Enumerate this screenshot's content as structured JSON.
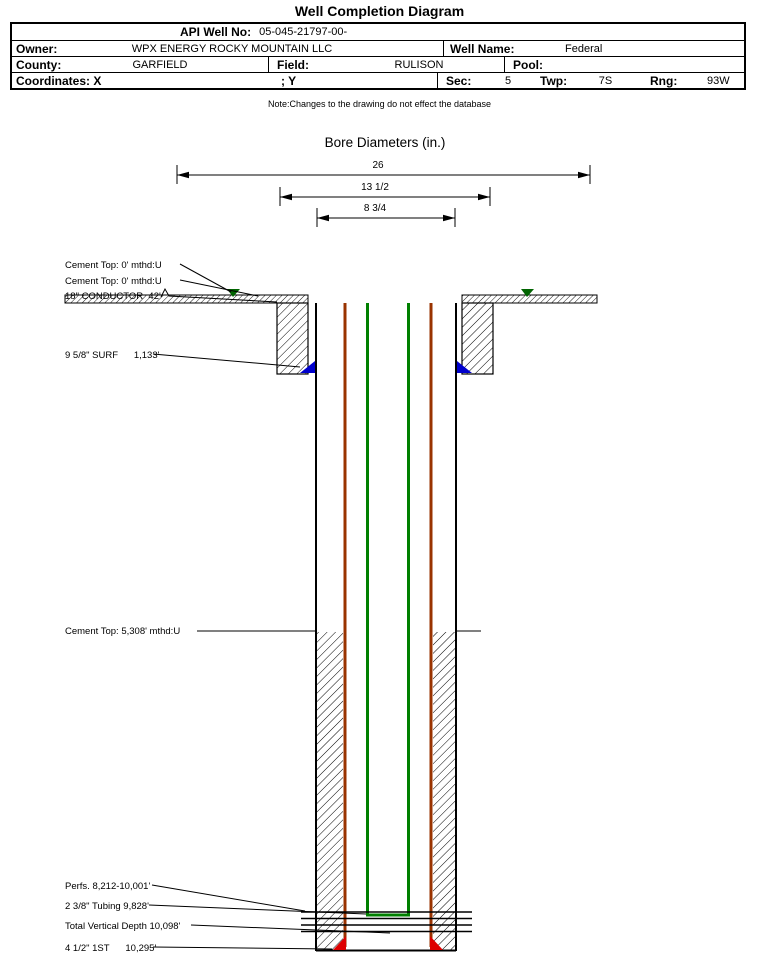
{
  "page": {
    "title": "Well Completion Diagram",
    "note": "Note:Changes to the drawing do not effect the database"
  },
  "header": {
    "api_label": "API Well No:",
    "api_value": "05-045-21797-00-",
    "owner_label": "Owner:",
    "owner_value": "WPX ENERGY ROCKY MOUNTAIN LLC",
    "well_name_label": "Well Name:",
    "well_name_value": "Federal",
    "county_label": "County:",
    "county_value": "GARFIELD",
    "field_label": "Field:",
    "field_value": "RULISON",
    "pool_label": "Pool:",
    "coordinates_label": "Coordinates: X",
    "coordinates_y_label": "; Y",
    "sec_label": "Sec:",
    "sec_value": "5",
    "twp_label": "Twp:",
    "twp_value": "7S",
    "rng_label": "Rng:",
    "rng_value": "93W"
  },
  "bore_diameters": {
    "title": "Bore Diameters (in.)",
    "dims": [
      "26",
      "13 1/2",
      "8 3/4"
    ]
  },
  "annotations": {
    "cement_top_1": "Cement Top: 0' mthd:U",
    "cement_top_2": "Cement Top: 0' mthd:U",
    "conductor": "18\" CONDUCTOR  42'",
    "surface_casing": "9 5/8\" SURF      1,133'",
    "cement_top_3": "Cement Top: 5,308' mthd:U",
    "perfs": "Perfs. 8,212-10,001'",
    "tubing": "2 3/8\" Tubing 9,828'",
    "tvd": "Total Vertical Depth 10,098'",
    "production_casing": "4 1/2\" 1ST      10,295'"
  },
  "colors": {
    "casing": "#993300",
    "tubing": "#008000",
    "surface_shoe": "#0000CC",
    "production_shoe": "#DD0000",
    "cement_marker": "#006400"
  }
}
